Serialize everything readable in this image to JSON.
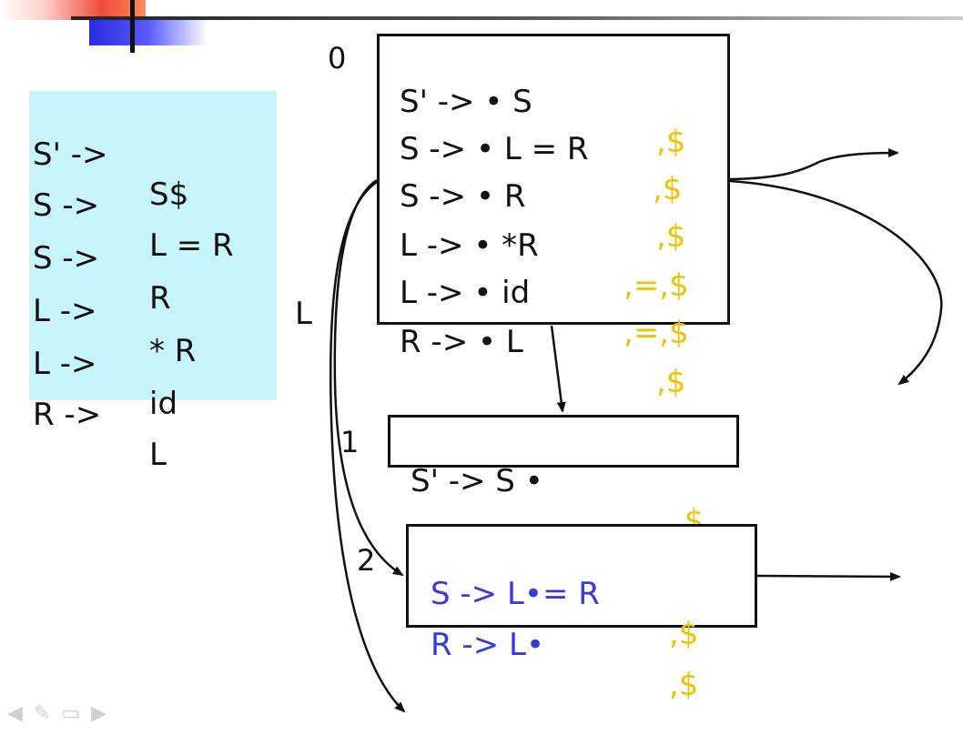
{
  "grammar": [
    {
      "lhs": "S' ->",
      "rhs": "S$"
    },
    {
      "lhs": "S ->",
      "rhs": "L = R"
    },
    {
      "lhs": "S ->",
      "rhs": "R"
    },
    {
      "lhs": "L ->",
      "rhs": "* R"
    },
    {
      "lhs": "L ->",
      "rhs": "id"
    },
    {
      "lhs": "R ->",
      "rhs": "L"
    }
  ],
  "states": [
    {
      "label": "0",
      "items": [
        {
          "prod": "S' -> • S",
          "la": ",$"
        },
        {
          "prod": "S -> • L = R",
          "la": ",$"
        },
        {
          "prod": "S -> • R",
          "la": ",$"
        },
        {
          "prod": "L -> • *R",
          "la": ",=,$"
        },
        {
          "prod": "L -> • id",
          "la": ",=,$"
        },
        {
          "prod": "R -> • L",
          "la": ",$"
        }
      ]
    },
    {
      "label": "1",
      "items": [
        {
          "prod": "S' -> S •",
          "la": ",$"
        }
      ]
    },
    {
      "label": "2",
      "items": [
        {
          "prod": "S -> L•= R",
          "la": ",$"
        },
        {
          "prod": "R -> L•",
          "la": ",$"
        }
      ]
    }
  ],
  "edge_label": "L",
  "colors": {
    "lookahead": "#f2c200",
    "kernel": "#3a3ad8",
    "grammar_bg": "#c8f5fb"
  }
}
